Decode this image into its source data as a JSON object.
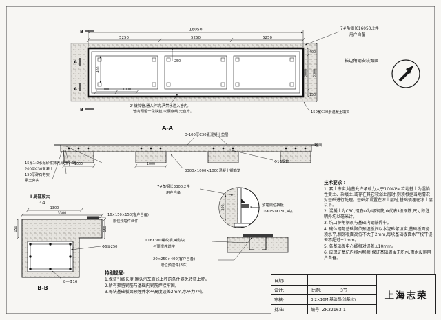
{
  "colors": {
    "line": "#1a1a1a",
    "paper": "#f7f6f3",
    "concrete": "#e3e1dc"
  },
  "plan": {
    "dim_total": "16050",
    "dim_segments": [
      "5250",
      "5250",
      "5250"
    ],
    "dim_250": "250",
    "dim_400": "400",
    "dim_1000a": "1000",
    "dim_1000b": "1000",
    "right_400": "400",
    "right_150": "150",
    "right_3000": "3000",
    "right_3300": "3300",
    "mark_a": "A",
    "mark_b": "B",
    "steel_label": "7#角钢长16050,2件",
    "steel_user": "用户自备",
    "install_label": "长边角钢安装如图",
    "pipe_note_1": "2' 镀锌管,通入秤坑,严禁水进入管内,",
    "pipe_note_2": "管内预留一段铁丝,以便穿线,无直弯。",
    "fill_label": "150宽C30素混凝土填实"
  },
  "section_aa": {
    "title": "A-A",
    "cushion": "3-100厚C30素混凝土垫层",
    "ground": "地面",
    "rebar": "Φ16钢筋",
    "cage": "3300×1000×1000混凝土钢筋笼",
    "dim_1000a": "1000",
    "dim_1000b": "1000",
    "notes": [
      "15厚1:2水泥砂浆抹光,坡度1:10",
      "200厚C30混凝土",
      "150厚碎石夯实",
      "素土夯实"
    ]
  },
  "detail": {
    "title": "I 局部放大",
    "scale": "4:1",
    "steel": "7#角钢长3300,2件",
    "user": "用户自备",
    "dim200": "200",
    "plate1": "预埋限位挡板",
    "plate2": "16X150X150,4块",
    "rebar1": "Φ16X300螺纹钢,4根/块",
    "rebar2": "与预埋件焊牢",
    "embed1": "20×250×400(客户自备)",
    "embed2": "限位预埋件(8件)"
  },
  "bb": {
    "title": "B-B",
    "dim1300": "1300",
    "dim3300": "3300",
    "dim150a": "150",
    "dim150b": "150",
    "plate1": "16×150×150(客户自备)",
    "plate2": "限位预埋件(8件)",
    "stirrup": "Φ6@250",
    "main": "8—Φ16"
  },
  "tech": {
    "title": "技术要求 :",
    "items": [
      "1. 素土夯实,地基允许承载力大于100KPa,若地基土为湿陷性黄土、杂填土,或存在其它软弱土层时,则须根据当地情况对基础进行处理。基础如设置在冻土层时,基础须埋在冻土层以下。",
      "2. 混凝土为C30,钢筋Φ为Ⅰ级钢筋,Φ代表Ⅱ级钢筋,尺寸除注明外均以毫米计。",
      "3. 坑口护角钢须与基础内钢筋焊牢。",
      "4. 磅体钢与基础限位预埋板间以水泥砂浆填实,基础板面务须水平,相邻板面高低不大于2mm,每块基础板面水平校平误差不超过±1mm。",
      "5. 各基础板中心线相对误差±10mm。",
      "6. 应保证基坑内排水畅顺,保证基础周围无积水,雨水设施用户自备。"
    ]
  },
  "reminder": {
    "title": "特别提醒:",
    "items": [
      "1.保证引线长度,确认汽车直线上秤的条件避免转弯上秤。",
      "2.所有预留钢筋与基础内钢筋焊接牢固。",
      "3.每块基础板面预埋件水平高度误差2mm,水平力7吨。"
    ]
  },
  "titleblock": {
    "company": "上海志荣",
    "date_label": "日期:",
    "design_label": "设计:",
    "review_label": "审核:",
    "approve_label": "批准:",
    "scale_label": "比例:",
    "scale_value": "3节",
    "name": "3.2×16M 基础图(浅基坑)",
    "number": "编号: ZR32163-1"
  }
}
